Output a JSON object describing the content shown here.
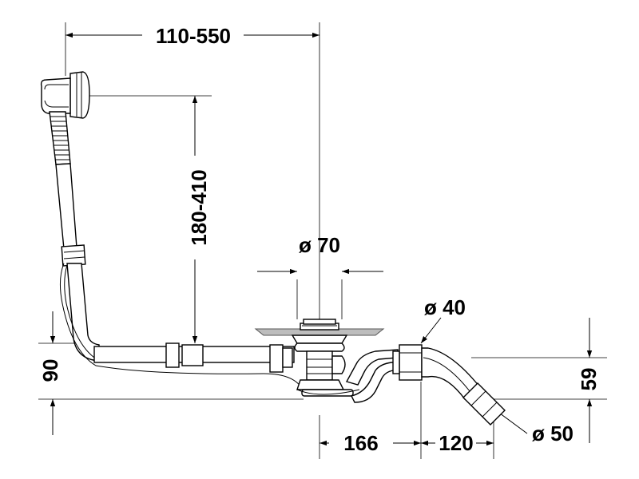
{
  "dimensions": {
    "overflow_length": "110-550",
    "overflow_height": "180-410",
    "drain_diameter": "ø 70",
    "pipe_diameter": "ø 40",
    "outlet_diameter": "ø 50",
    "pipe_height": "90",
    "outlet_height": "59",
    "trap_length": "166",
    "elbow_length": "120"
  },
  "colors": {
    "line": "#000000",
    "tub_surface": "#bdbdbd"
  }
}
